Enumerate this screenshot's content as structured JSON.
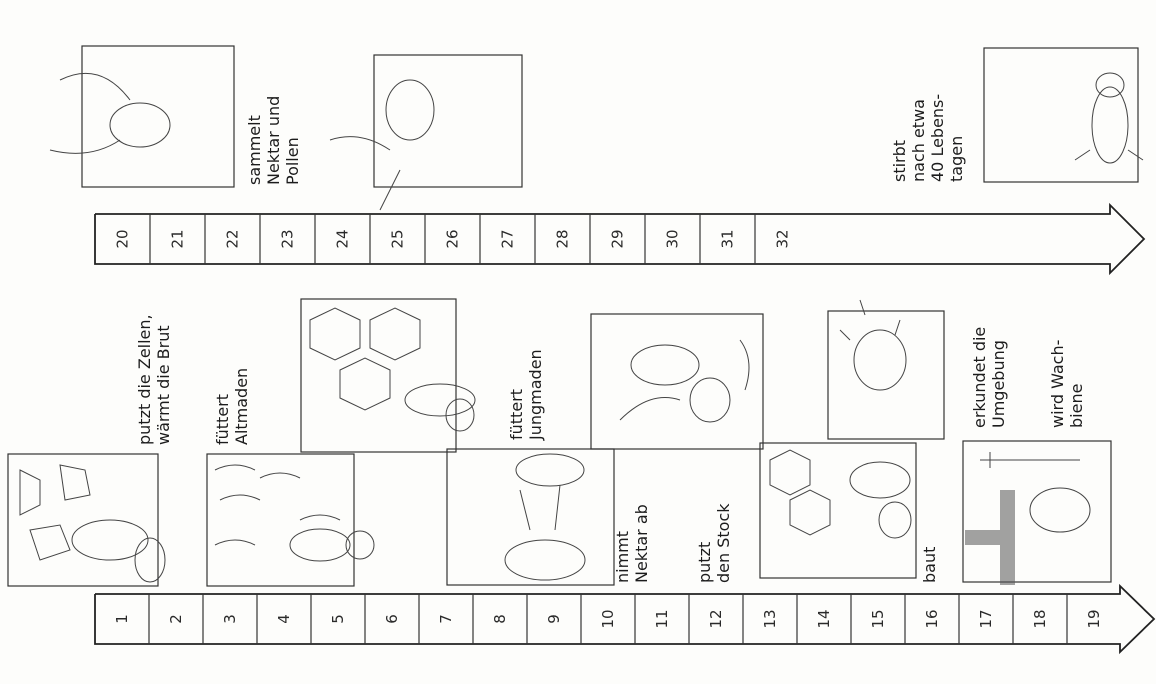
{
  "days_row1": [
    "1",
    "2",
    "3",
    "4",
    "5",
    "6",
    "7",
    "8",
    "9",
    "10",
    "11",
    "12",
    "13",
    "14",
    "15",
    "16",
    "17",
    "18",
    "19"
  ],
  "days_row2": [
    "20",
    "21",
    "22",
    "23",
    "24",
    "25",
    "26",
    "27",
    "28",
    "29",
    "30",
    "31",
    "32"
  ],
  "captions": {
    "putzt": [
      "putzt die Zellen,",
      "wärmt die Brut"
    ],
    "altmaden": [
      "füttert",
      "Altmaden"
    ],
    "jungmaden": [
      "füttert",
      "Jungmaden"
    ],
    "nektar_ab": [
      "nimmt",
      "Nektar ab"
    ],
    "stock": [
      "putzt",
      "den Stock"
    ],
    "baut": [
      "baut"
    ],
    "umgebung": [
      "erkundet die",
      "Umgebung"
    ],
    "wachbiene": [
      "wird Wach-",
      "biene"
    ],
    "sammelt": [
      "sammelt",
      "Nektar und",
      "Pollen"
    ],
    "stirbt": [
      "stirbt",
      "nach etwa",
      "40 Lebens-",
      "tagen"
    ]
  }
}
